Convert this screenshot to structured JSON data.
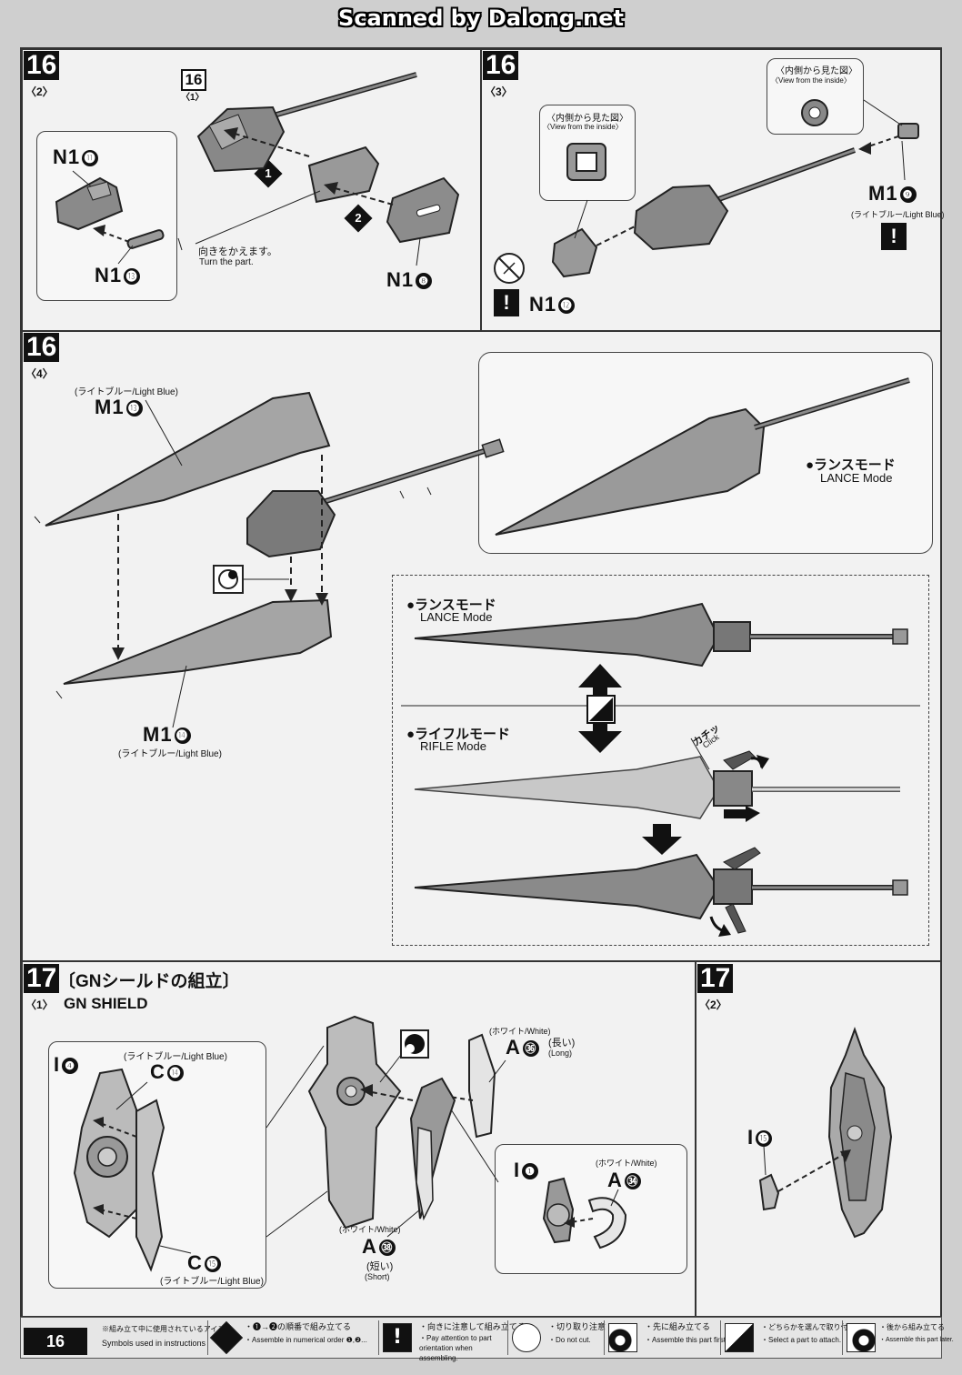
{
  "header": {
    "scan_credit": "Scanned by Dalong.net"
  },
  "step16_2": {
    "step": "16",
    "sub": "〈2〉",
    "ref_step": "16",
    "ref_sub": "〈1〉",
    "parts": {
      "n1_11": "N1",
      "n1_11_num": "⓫",
      "n1_13": "N1",
      "n1_13_num": "⓭",
      "n1_8": "N1",
      "n1_8_num": "❽"
    },
    "order1": "1",
    "order2": "2",
    "note_jp": "向きをかえます。",
    "note_en": "Turn the part."
  },
  "step16_3": {
    "step": "16",
    "sub": "〈3〉",
    "inside_jp": "〈内側から見た図〉",
    "inside_en": "〈View from the inside〉",
    "inside2_jp": "〈内側から見た図〉",
    "inside2_en": "〈View from the inside〉",
    "m1_9": "M1",
    "m1_9_num": "❾",
    "m1_9_color": "(ライトブルー/Light Blue)",
    "n1_12": "N1",
    "n1_12_num": "⓬"
  },
  "step16_4": {
    "step": "16",
    "sub": "〈4〉",
    "m1_13_color": "(ライトブルー/Light Blue)",
    "m1_13": "M1",
    "m1_13_num": "⓭",
    "m1_14": "M1",
    "m1_14_num": "⓮",
    "m1_14_color": "(ライトブルー/Light Blue)",
    "lance_jp": "●ランスモード",
    "lance_en": "LANCE Mode",
    "lance2_jp": "●ランスモード",
    "lance2_en": "LANCE Mode",
    "rifle_jp": "●ライフルモード",
    "rifle_en": "RIFLE Mode",
    "click_jp": "カチッ",
    "click_en": "Click"
  },
  "step17_1": {
    "step": "17",
    "sub": "〈1〉",
    "title_jp": "〔GNシールドの組立〕",
    "title_en": "GN SHIELD",
    "i4": "I",
    "i4_num": "❹",
    "c14_color": "(ライトブルー/Light Blue)",
    "c14": "C",
    "c14_num": "⓮",
    "c15": "C",
    "c15_num": "⓯",
    "c15_color": "(ライトブルー/Light Blue)",
    "a36_color": "(ホワイト/White)",
    "a36": "A",
    "a36_num": "㊱",
    "a36_jp": "(長い)",
    "a36_en": "(Long)",
    "a38_color": "(ホワイト/White)",
    "a38": "A",
    "a38_num": "㊳",
    "a38_jp": "(短い)",
    "a38_en": "(Short)",
    "i1": "I",
    "i1_num": "❶",
    "a34_color": "(ホワイト/White)",
    "a34": "A",
    "a34_num": "㉞"
  },
  "step17_2": {
    "step": "17",
    "sub": "〈2〉",
    "i15": "I",
    "i15_num": "⓯"
  },
  "footer": {
    "page": "16",
    "legend_jp": "※組み立て中に使用されているアイコン",
    "legend_en": "Symbols used in instructions",
    "icons": [
      {
        "jp": "・❶→❷の順番で組み立てる",
        "en": "・Assemble in numerical order ❶,❷..."
      },
      {
        "jp": "・向きに注意して組み立てる",
        "en": "・Pay attention to part orientation when assembling."
      },
      {
        "jp": "・切り取り注意",
        "en": "・Do not cut."
      },
      {
        "jp": "・先に組み立てる",
        "en": "・Assemble this part first."
      },
      {
        "jp": "・どちらかを選んで取り付ける",
        "en": "・Select a part to attach."
      },
      {
        "jp": "・後から組み立てる",
        "en": "・Assemble this part later."
      }
    ]
  }
}
